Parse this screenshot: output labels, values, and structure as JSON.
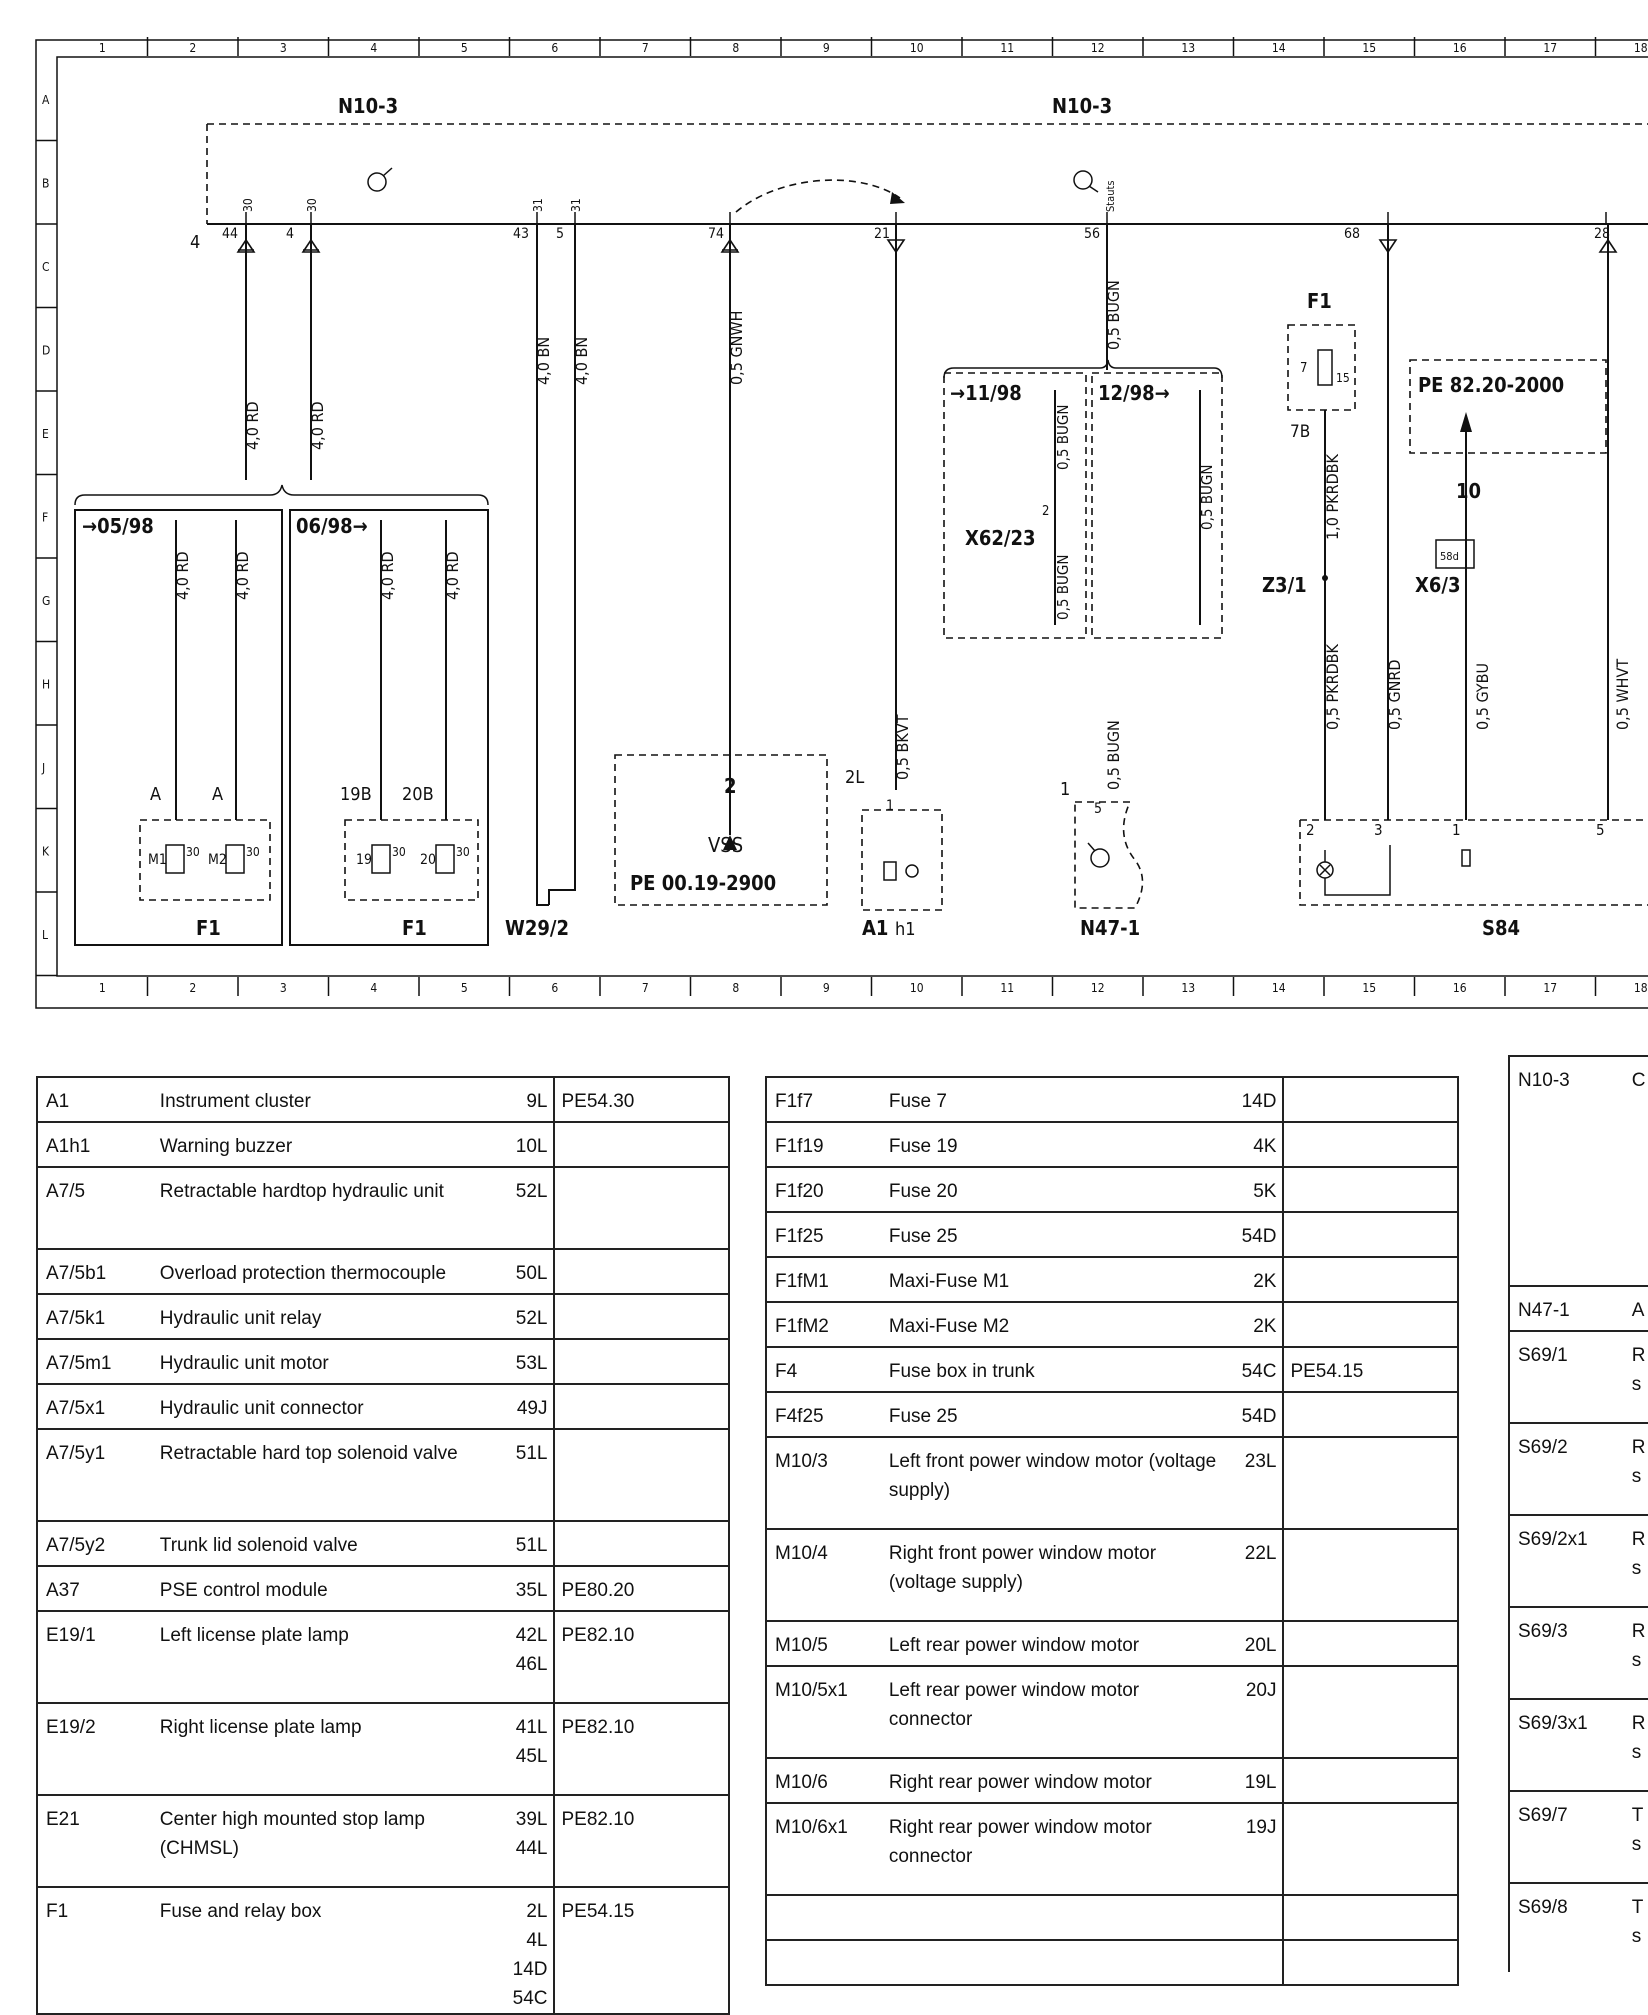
{
  "diagram": {
    "grid_columns": [
      "1",
      "2",
      "3",
      "4",
      "5",
      "6",
      "7",
      "8",
      "9",
      "10",
      "11",
      "12",
      "13",
      "14",
      "15",
      "16",
      "17",
      "18"
    ],
    "grid_rows": [
      "A",
      "B",
      "C",
      "D",
      "E",
      "F",
      "G",
      "H",
      "J",
      "K",
      "L"
    ],
    "module_left": "N10-3",
    "module_right": "N10-3",
    "pins": {
      "p44": "44",
      "p44_term": "30",
      "p4": "4",
      "p4_term": "30",
      "p43": "43",
      "p43_term": "31",
      "p5": "5",
      "p5_term": "31",
      "p74": "74",
      "p21": "21",
      "p56": "56",
      "p56_term": "Stauts",
      "p68": "68",
      "p28": "28"
    },
    "side_marker": "4",
    "wires": {
      "w_44": "4,0 RD",
      "w_4": "4,0 RD",
      "w_43": "4,0 BN",
      "w_5": "4,0 BN",
      "w_74": "0,5 GNWH",
      "w_21": "0,5 BKVT",
      "w_56": "0,5 BUGN",
      "w_f1_ret": "0,5 PKRDBK",
      "w_f1_mid": "1,0 PKRDBK",
      "w_68": "0,5 GNRD",
      "w_x63": "0,5 GYBU",
      "w_28": "0,5 WHVT",
      "w_n47": "0,5 BUGN",
      "w_x62a": "0,5 BUGN",
      "w_x62b": "0,5 BUGN",
      "w_1298": "0,5 BUGN",
      "w_f0598a": "4,0 RD",
      "w_f0598b": "4,0 RD",
      "w_f0698a": "4,0 RD",
      "w_f0698b": "4,0 RD"
    },
    "variants": {
      "v0598": "05/98",
      "v0698": "06/98",
      "v1198": "11/98",
      "v1298": "12/98"
    },
    "fuse_labels": {
      "A1": "A",
      "A2": "A",
      "M1": "M1",
      "M2": "M2",
      "T30a": "30",
      "T30b": "30",
      "T30c": "30",
      "T30d": "30",
      "f19B": "19B",
      "f20B": "20B",
      "f19": "19",
      "f20": "20",
      "F1a": "F1",
      "F1b": "F1"
    },
    "components": {
      "W29_2": "W29/2",
      "vss_pin": "2",
      "vss": "VSS",
      "vss_ref": "PE 00.19-2900",
      "A1_pin": "2L",
      "A1_conn": "1",
      "A1": "A1",
      "A1_h": "h1",
      "N47_pin": "1",
      "N47_conn": "5",
      "N47": "N47-1",
      "X62": "X62/23",
      "X62_pin": "2",
      "F1_top": "F1",
      "F1_7": "7",
      "F1_15": "15",
      "F1_7B": "7B",
      "Z3": "Z3/1",
      "pe_ref": "PE 82.20-2000",
      "x63_num": "10",
      "X6_3": "X6/3",
      "x63_term": "58d",
      "S84": "S84",
      "s84_p2": "2",
      "s84_p3": "3",
      "s84_p1": "1",
      "s84_p5": "5"
    }
  },
  "legend": {
    "table1": [
      {
        "code": "A1",
        "name": "Instrument cluster",
        "loc": "9L",
        "ref": "PE54.30"
      },
      {
        "code": "A1h1",
        "name": "Warning buzzer",
        "loc": "10L",
        "ref": ""
      },
      {
        "code": "A7/5",
        "name": "Retractable hardtop hydraulic unit",
        "loc": "52L",
        "ref": ""
      },
      {
        "code": "A7/5b1",
        "name": "Overload protection thermocouple",
        "loc": "50L",
        "ref": ""
      },
      {
        "code": "A7/5k1",
        "name": "Hydraulic unit relay",
        "loc": "52L",
        "ref": ""
      },
      {
        "code": "A7/5m1",
        "name": "Hydraulic unit motor",
        "loc": "53L",
        "ref": ""
      },
      {
        "code": "A7/5x1",
        "name": "Hydraulic unit connector",
        "loc": "49J",
        "ref": ""
      },
      {
        "code": "A7/5y1",
        "name": "Retractable hard top solenoid valve",
        "loc": "51L",
        "ref": ""
      },
      {
        "code": "A7/5y2",
        "name": "Trunk lid solenoid valve",
        "loc": "51L",
        "ref": ""
      },
      {
        "code": "A37",
        "name": "PSE control module",
        "loc": "35L",
        "ref": "PE80.20"
      },
      {
        "code": "E19/1",
        "name": "Left license plate lamp",
        "loc": "42L\n46L",
        "ref": "PE82.10"
      },
      {
        "code": "E19/2",
        "name": "Right license plate lamp",
        "loc": "41L\n45L",
        "ref": "PE82.10"
      },
      {
        "code": "E21",
        "name": "Center high mounted stop lamp (CHMSL)",
        "loc": "39L\n44L",
        "ref": "PE82.10"
      },
      {
        "code": "F1",
        "name": "Fuse and relay box",
        "loc": "2L\n4L\n14D\n54C",
        "ref": "PE54.15"
      }
    ],
    "table2": [
      {
        "code": "F1f7",
        "name": "Fuse 7",
        "loc": "14D",
        "ref": ""
      },
      {
        "code": "F1f19",
        "name": "Fuse 19",
        "loc": "4K",
        "ref": ""
      },
      {
        "code": "F1f20",
        "name": "Fuse 20",
        "loc": "5K",
        "ref": ""
      },
      {
        "code": "F1f25",
        "name": "Fuse 25",
        "loc": "54D",
        "ref": ""
      },
      {
        "code": "F1fM1",
        "name": "Maxi-Fuse M1",
        "loc": "2K",
        "ref": ""
      },
      {
        "code": "F1fM2",
        "name": "Maxi-Fuse M2",
        "loc": "2K",
        "ref": ""
      },
      {
        "code": "F4",
        "name": "Fuse box in trunk",
        "loc": "54C",
        "ref": "PE54.15"
      },
      {
        "code": "F4f25",
        "name": "Fuse 25",
        "loc": "54D",
        "ref": ""
      },
      {
        "code": "M10/3",
        "name": "Left front power window motor (voltage supply)",
        "loc": "23L",
        "ref": ""
      },
      {
        "code": "M10/4",
        "name": "Right front power window motor (voltage supply)",
        "loc": "22L",
        "ref": ""
      },
      {
        "code": "M10/5",
        "name": "Left rear power window motor",
        "loc": "20L",
        "ref": ""
      },
      {
        "code": "M10/5x1",
        "name": "Left rear power window motor connector",
        "loc": "20J",
        "ref": ""
      },
      {
        "code": "M10/6",
        "name": "Right rear power window motor",
        "loc": "19L",
        "ref": ""
      },
      {
        "code": "M10/6x1",
        "name": "Right rear power window motor connector",
        "loc": "19J",
        "ref": ""
      },
      {
        "code": "",
        "name": "",
        "loc": "",
        "ref": ""
      },
      {
        "code": "",
        "name": "",
        "loc": "",
        "ref": ""
      }
    ],
    "table3": [
      {
        "code": "N10-3",
        "name": "C"
      },
      {
        "code": "N47-1",
        "name": "A"
      },
      {
        "code": "S69/1",
        "name": "R\ns"
      },
      {
        "code": "S69/2",
        "name": "R\ns"
      },
      {
        "code": "S69/2x1",
        "name": "R\ns"
      },
      {
        "code": "S69/3",
        "name": "R\ns"
      },
      {
        "code": "S69/3x1",
        "name": "R\ns"
      },
      {
        "code": "S69/7",
        "name": "T\ns"
      },
      {
        "code": "S69/8",
        "name": "T\ns"
      }
    ]
  }
}
